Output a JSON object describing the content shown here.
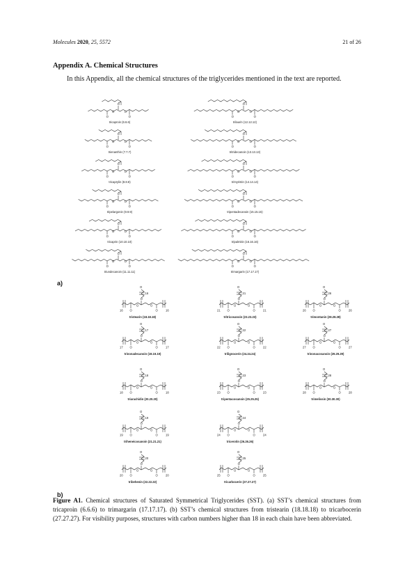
{
  "header": {
    "journal": "Molecules",
    "year": "2020",
    "volume": "25",
    "article": "5572",
    "page": "21 of 26"
  },
  "section_title": "Appendix A. Chemical Structures",
  "intro": "In this Appendix, all the chemical structures of the triglycerides mentioned in the text are reported.",
  "panel_a": {
    "label": "a)",
    "compounds": [
      {
        "name": "tricaproin (6.6.6)",
        "chain": 6
      },
      {
        "name": "trilaurin (12.12.12)",
        "chain": 12
      },
      {
        "name": "trienanthin (7.7.7)",
        "chain": 7
      },
      {
        "name": "tritridecanoin (13.13.13)",
        "chain": 13
      },
      {
        "name": "tricaprylin (8.8.8)",
        "chain": 8
      },
      {
        "name": "trimyristin (14.14.14)",
        "chain": 14
      },
      {
        "name": "tripelargonin (9.9.9)",
        "chain": 9
      },
      {
        "name": "tripentadecanoin (15.15.15)",
        "chain": 15
      },
      {
        "name": "tricaprin (10.10.10)",
        "chain": 10
      },
      {
        "name": "tripalmitin (16.16.16)",
        "chain": 16
      },
      {
        "name": "triundecanoin (11.11.11)",
        "chain": 11
      },
      {
        "name": "trimargarin (17.17.17)",
        "chain": 17
      }
    ]
  },
  "panel_b": {
    "label": "b)",
    "compounds": [
      {
        "name": "tristearin (18.18.18)",
        "n": "16"
      },
      {
        "name": "tritricosanoin (23.23.23)",
        "n": "21"
      },
      {
        "name": "trimontanin (28.28.28)",
        "n": "26"
      },
      {
        "name": "trinonadecanoin (19.19.19)",
        "n": "17"
      },
      {
        "name": "trilignocerin (24.24.24)",
        "n": "22"
      },
      {
        "name": "trinonacosanoin (29.29.29)",
        "n": "27"
      },
      {
        "name": "triarachidin (20.20.20)",
        "n": "18"
      },
      {
        "name": "tripentacosanoin (25.25.25)",
        "n": "23"
      },
      {
        "name": "trimelissin (30.30.30)",
        "n": "28"
      },
      {
        "name": "triheneicosanoin (21.21.21)",
        "n": "19"
      },
      {
        "name": "tricerotin (26.26.26)",
        "n": "24"
      },
      {
        "name": "tribehenin (22.22.22)",
        "n": "20"
      },
      {
        "name": "tricarbocerin (27.27.27)",
        "n": "25"
      }
    ]
  },
  "caption": {
    "label": "Figure A1.",
    "text": " Chemical structures of Saturated Symmetrical Triglycerides (SST). (a) SST’s chemical structures from tricaproin (6.6.6) to trimargarin (17.17.17). (b) SST’s chemical structures from tristearin (18.18.18) to tricarbocerin (27.27.27). For visibility purposes, structures with carbon numbers higher than 18 in each chain have been abbreviated."
  }
}
